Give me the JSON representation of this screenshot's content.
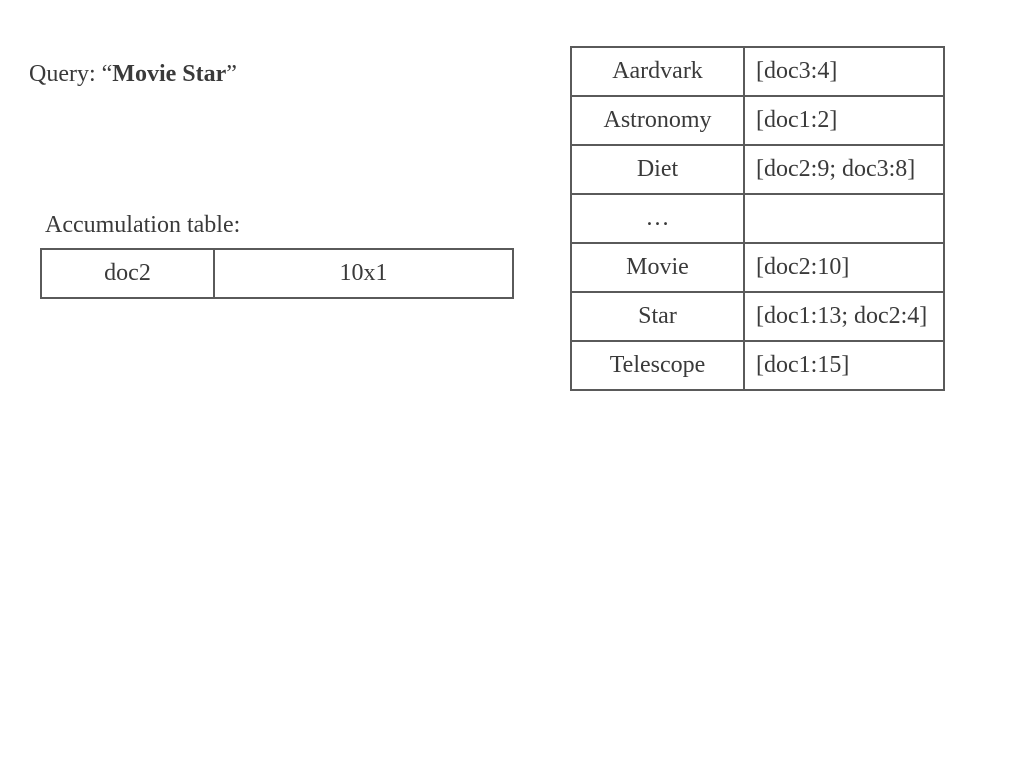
{
  "query": {
    "prefix": "Query: “",
    "terms": "Movie Star",
    "suffix": "”"
  },
  "accumulation": {
    "label": "Accumulation table:",
    "rows": [
      {
        "doc": "doc2",
        "score": "10x1"
      }
    ]
  },
  "index": {
    "rows": [
      {
        "term": "Aardvark",
        "postings": "[doc3:4]"
      },
      {
        "term": "Astronomy",
        "postings": "[doc1:2]"
      },
      {
        "term": "Diet",
        "postings": "[doc2:9; doc3:8]"
      },
      {
        "term": "…",
        "postings": ""
      },
      {
        "term": "Movie",
        "postings": "[doc2:10]"
      },
      {
        "term": "Star",
        "postings": "[doc1:13; doc2:4]"
      },
      {
        "term": "Telescope",
        "postings": "[doc1:15]"
      }
    ]
  }
}
